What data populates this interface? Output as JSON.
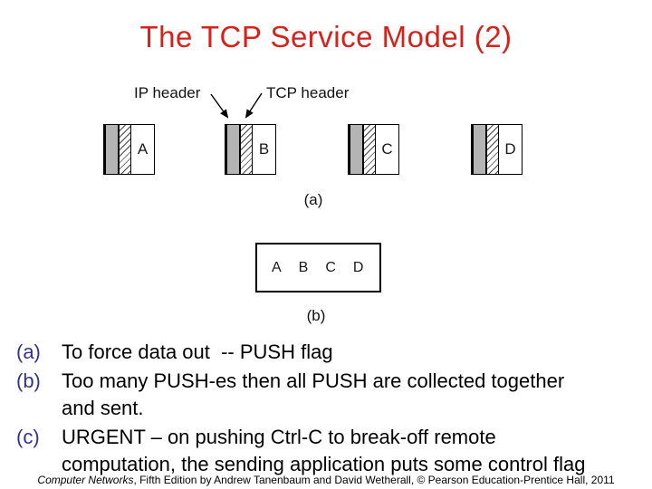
{
  "slide": {
    "title": "The TCP Service Model (2)",
    "colors": {
      "title_red": "#d5221c",
      "marker_navy": "#343487",
      "ip_header_gray": "#b4b4b4",
      "hatch_line": "#454545",
      "background": "#ffffff"
    }
  },
  "diagram": {
    "ip_header_label": "IP header",
    "tcp_header_label": "TCP header",
    "packets": [
      {
        "label": "A"
      },
      {
        "label": "B"
      },
      {
        "label": "C"
      },
      {
        "label": "D"
      }
    ],
    "caption_a": "(a)",
    "caption_b": "(b)",
    "combined_letters": [
      "A",
      "B",
      "C",
      "D"
    ]
  },
  "list": {
    "items": [
      {
        "marker": "(a)",
        "text": "To force data out  -- PUSH flag"
      },
      {
        "marker": "(b)",
        "text": "Too many PUSH-es then all PUSH are collected together\nand sent."
      },
      {
        "marker": "(c)",
        "text": "URGENT – on pushing Ctrl-C to break-off remote\ncomputation, the sending application puts some control flag"
      }
    ]
  },
  "footer": {
    "book_title": "Computer Networks",
    "rest": ", Fifth Edition by Andrew Tanenbaum and David Wetherall, © Pearson Education-Prentice Hall, 2011"
  }
}
